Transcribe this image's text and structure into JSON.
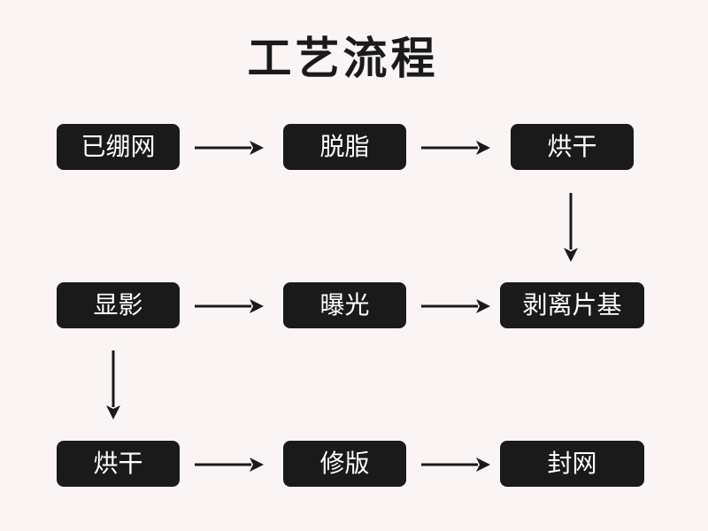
{
  "title": "工艺流程",
  "nodes": {
    "stretch_mesh": "已绷网",
    "degrease": "脱脂",
    "dry_1": "烘干",
    "develop": "显影",
    "expose": "曝光",
    "peel_film": "剥离片基",
    "dry_2": "烘干",
    "retouch": "修版",
    "seal_mesh": "封网"
  },
  "colors": {
    "background": "#faf4f4",
    "node_fill": "#1a1a1a",
    "node_text": "#ffffff",
    "arrow": "#1a1a1a"
  }
}
